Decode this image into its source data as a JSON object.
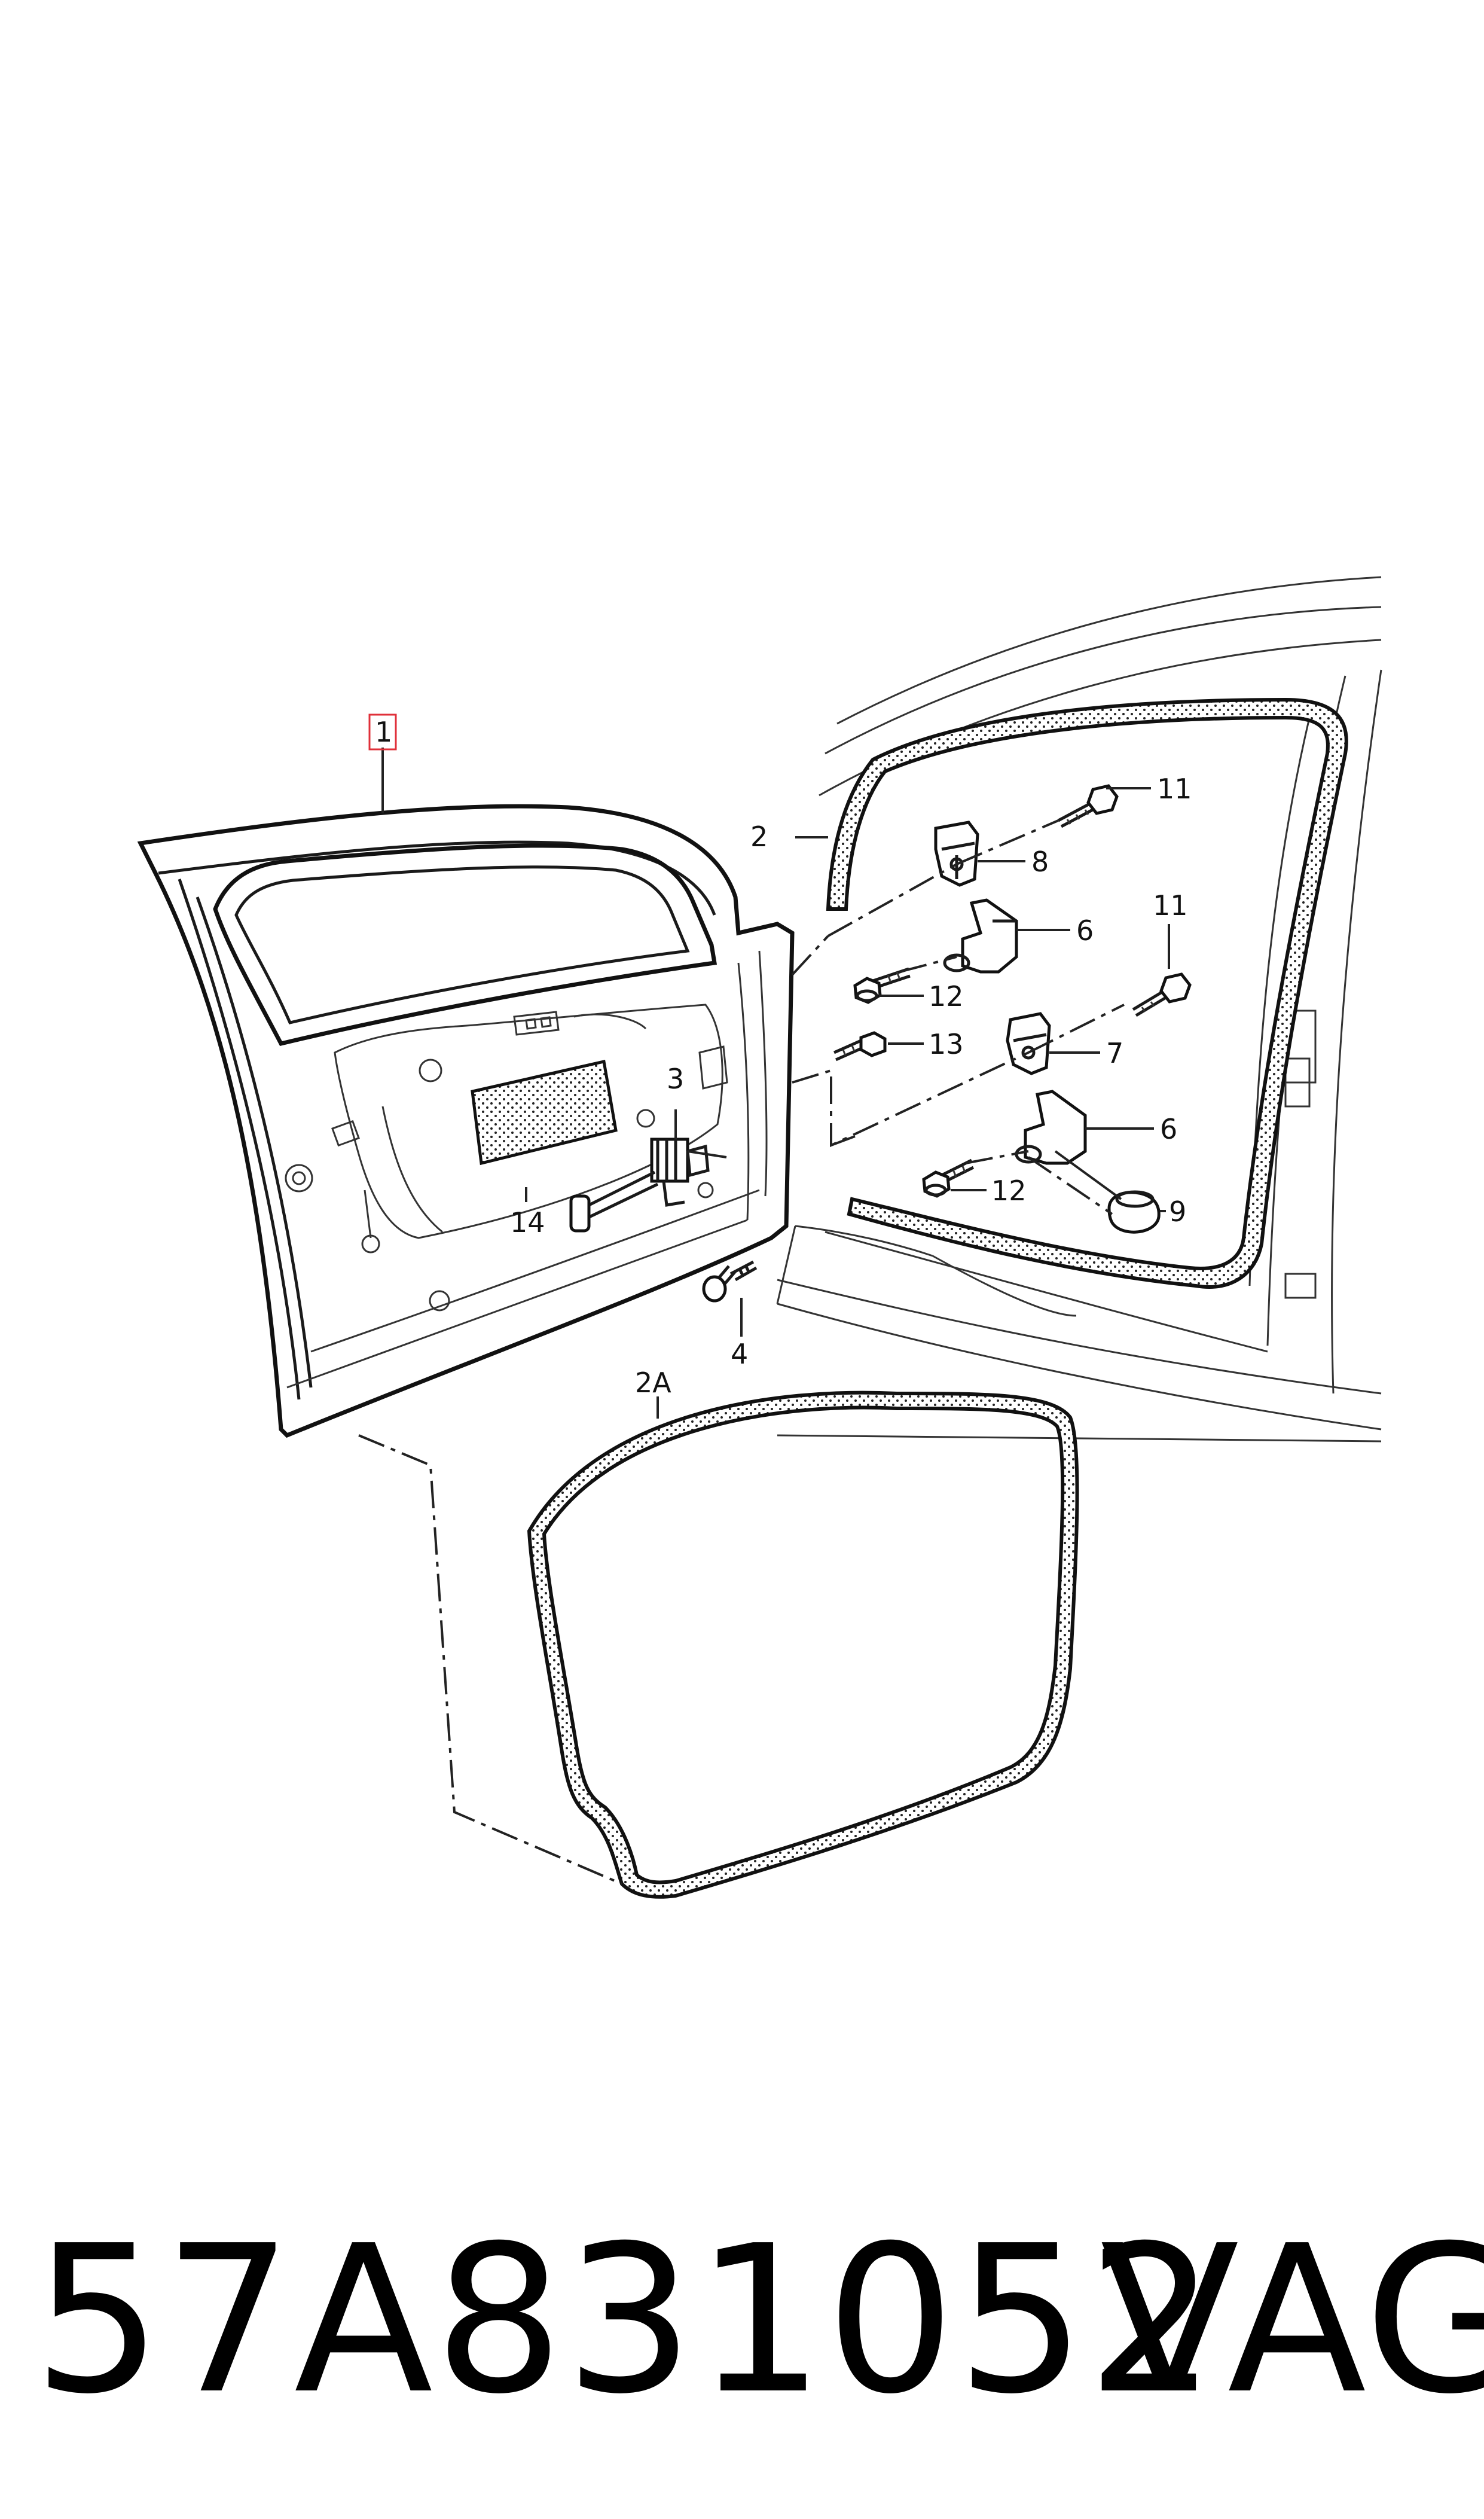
{
  "callouts": {
    "c1": "1",
    "c2": "2",
    "c2A": "2A",
    "c3": "3",
    "c4": "4",
    "c6a": "6",
    "c6b": "6",
    "c7": "7",
    "c8": "8",
    "c9": "9",
    "c11a": "11",
    "c11b": "11",
    "c12a": "12",
    "c12b": "12",
    "c13": "13",
    "c14": "14"
  },
  "caption": {
    "part_number": "57A831052",
    "brand": "VAG"
  },
  "colors": {
    "line": "#111111",
    "highlight_box": "#e0303a",
    "seal_fill": "#ffffff"
  }
}
